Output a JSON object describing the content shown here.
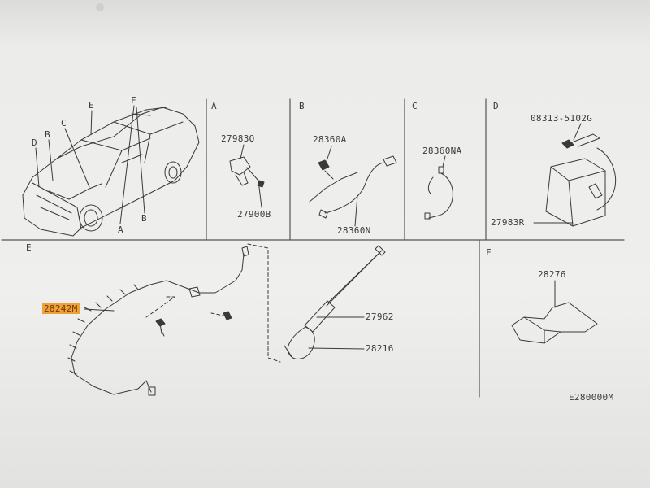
{
  "sections": {
    "A": "A",
    "B": "B",
    "C": "C",
    "D": "D",
    "E": "E",
    "F": "F"
  },
  "car_callouts": {
    "D": "D",
    "B": "B",
    "C": "C",
    "E": "E",
    "F": "F",
    "A_bottom": "A",
    "B_bottom": "B"
  },
  "parts": {
    "p27983Q": "27983Q",
    "p27900B": "27900B",
    "p28360A": "28360A",
    "p28360N": "28360N",
    "p28360NA": "28360NA",
    "p08313": "08313-5102G",
    "p27983R": "27983R",
    "p28242M": "28242M",
    "p27962": "27962",
    "p28216": "28216",
    "p28276": "28276"
  },
  "diagram_code": "E280000M",
  "colors": {
    "line": "#3a3a3a",
    "highlight": "#f0a03a"
  }
}
